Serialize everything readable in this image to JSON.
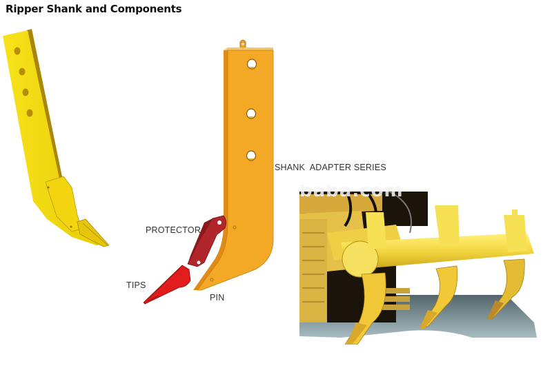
{
  "page": {
    "title": "Ripper Shank and Components"
  },
  "diagram": {
    "labels": {
      "shank_adapter": "SHANK  ADAPTER SERIES",
      "protector": "PROTECTOR",
      "tips": "TIPS",
      "pin": "PIN"
    },
    "colors": {
      "shank_yellow": "#f2d20a",
      "shank_orange": "#f2a623",
      "protector_red": "#b0262a",
      "tips_red": "#e01c1c",
      "label_text": "#333333"
    }
  },
  "photo": {
    "subject": "bulldozer multi-shank ripper",
    "watermark": "baba.com"
  }
}
